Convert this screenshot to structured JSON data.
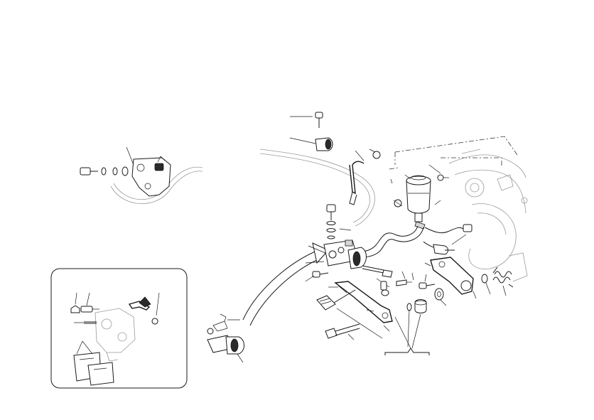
{
  "diagram": {
    "style": "exploded-parts-linework",
    "colors": {
      "line": "#1a1a1a",
      "faint": "#9a9a9a",
      "background": "#ffffff"
    },
    "groups": [
      "rear-brake-caliper",
      "caliper-detail-inset",
      "master-cylinder-assembly",
      "pedal-linkage",
      "reservoir"
    ]
  }
}
